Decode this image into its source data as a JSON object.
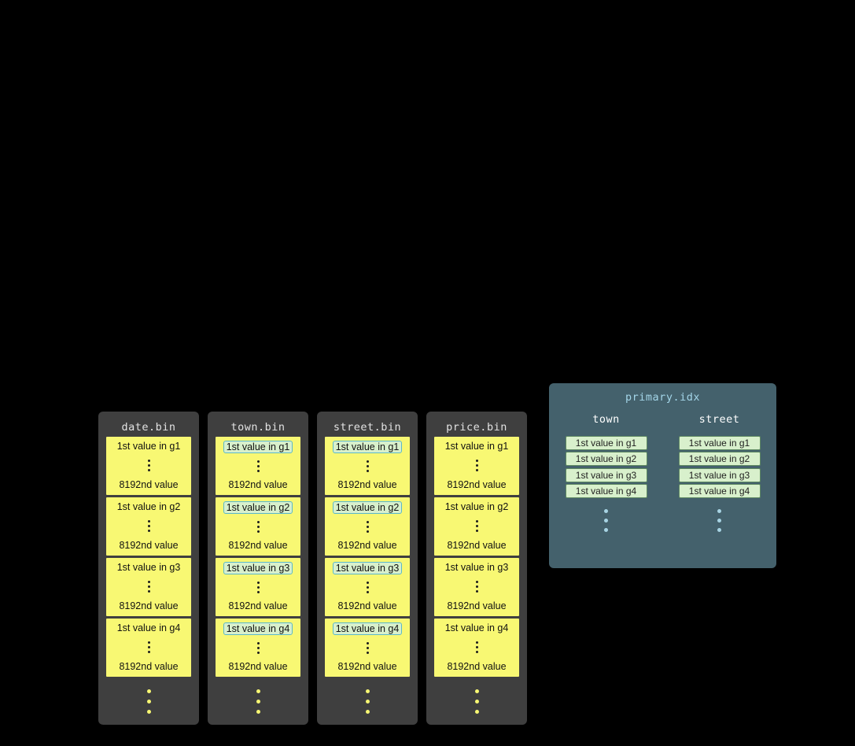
{
  "bins": [
    {
      "title": "date.bin",
      "highlight": false,
      "groups": [
        {
          "first": "1st value in g1",
          "last": "8192nd value"
        },
        {
          "first": "1st value in g2",
          "last": "8192nd value"
        },
        {
          "first": "1st value in g3",
          "last": "8192nd value"
        },
        {
          "first": "1st value in g4",
          "last": "8192nd value"
        }
      ]
    },
    {
      "title": "town.bin",
      "highlight": true,
      "groups": [
        {
          "first": "1st value in g1",
          "last": "8192nd value"
        },
        {
          "first": "1st value in g2",
          "last": "8192nd value"
        },
        {
          "first": "1st value in g3",
          "last": "8192nd value"
        },
        {
          "first": "1st value in g4",
          "last": "8192nd value"
        }
      ]
    },
    {
      "title": "street.bin",
      "highlight": true,
      "groups": [
        {
          "first": "1st value in g1",
          "last": "8192nd value"
        },
        {
          "first": "1st value in g2",
          "last": "8192nd value"
        },
        {
          "first": "1st value in g3",
          "last": "8192nd value"
        },
        {
          "first": "1st value in g4",
          "last": "8192nd value"
        }
      ]
    },
    {
      "title": "price.bin",
      "highlight": false,
      "groups": [
        {
          "first": "1st value in g1",
          "last": "8192nd value"
        },
        {
          "first": "1st value in g2",
          "last": "8192nd value"
        },
        {
          "first": "1st value in g3",
          "last": "8192nd value"
        },
        {
          "first": "1st value in g4",
          "last": "8192nd value"
        }
      ]
    }
  ],
  "index": {
    "title": "primary.idx",
    "columns": [
      {
        "header": "town",
        "entries": [
          "1st value in g1",
          "1st value in g2",
          "1st value in g3",
          "1st value in g4"
        ]
      },
      {
        "header": "street",
        "entries": [
          "1st value in g1",
          "1st value in g2",
          "1st value in g3",
          "1st value in g4"
        ]
      }
    ]
  },
  "colors": {
    "background": "#000000",
    "bin_panel": "#3f3f3f",
    "granule_block": "#f8f873",
    "highlight_bg": "#d8f0cc",
    "highlight_border": "#5bb8c9",
    "index_panel": "#44616c",
    "index_title_text": "#a3d5e8",
    "index_box_bg": "#d8f0cc",
    "index_box_border": "#5f8a62",
    "index_dot": "#a8d4e4"
  }
}
